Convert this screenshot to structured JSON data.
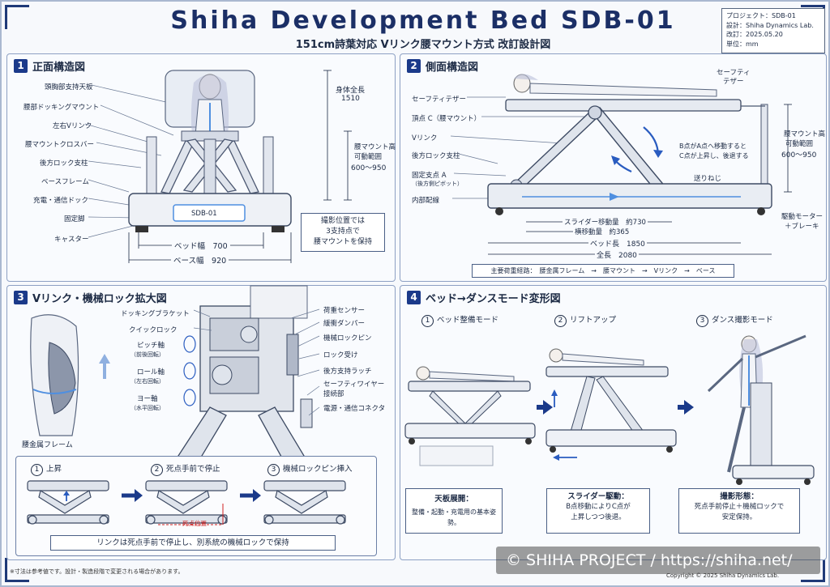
{
  "header": {
    "title": "Shiha Development Bed SDB-01",
    "subtitle": "151cm詩葉対応 Vリンク腰マウント方式 改訂設計図"
  },
  "meta": {
    "project": "プロジェクト：SDB-01",
    "design": "設計：Shiha Dynamics Lab.",
    "revision": "改訂：2025.05.20",
    "unit": "単位：mm"
  },
  "panel1": {
    "num": "1",
    "title": "正面構造図",
    "labels": [
      "頭胸部支持天板",
      "腰部ドッキングマウント",
      "左右Vリンク",
      "腰マウントクロスバー",
      "後方ロック支柱",
      "ベースフレーム",
      "充電・通信ドック",
      "固定脚",
      "キャスター"
    ],
    "base_plate": "SDB-01",
    "height_label": "身体全長",
    "height_value": "1510",
    "range_label1": "腰マウント高",
    "range_label2": "可動範囲",
    "range_value": "600～950",
    "bed_width": "ベッド幅　700",
    "base_width": "ベース幅　920",
    "note_lines": [
      "撮影位置では",
      "3支持点で",
      "腰マウントを保持"
    ]
  },
  "panel2": {
    "num": "2",
    "title": "側面構造図",
    "labels": [
      "セーフティテザー",
      "頂点 C（腰マウント）",
      "Vリンク",
      "後方ロック支柱",
      "固定支点 A",
      "（後方側ピボット）",
      "内部配線"
    ],
    "tether_label1": "セーフティ",
    "tether_label2": "テザー",
    "range_label1": "腰マウント高",
    "range_label2": "可動範囲",
    "range_value": "600～950",
    "move_note1": "B点がA点へ移動すると",
    "move_note2": "C点が上昇し、後退する",
    "feed_screw": "送りねじ",
    "drive_motor1": "駆動モーター",
    "drive_motor2": "＋ブレーキ",
    "slider_travel": "スライダー移動量　約730",
    "lateral_travel": "横移動量　約365",
    "bed_length": "ベッド長　1850",
    "total_length": "全長　2080",
    "load_path": "主要荷重経路：　腰金属フレーム　→　腰マウント　→　Vリンク　→　ベース"
  },
  "panel3": {
    "num": "3",
    "title": "Vリンク・機械ロック拡大図",
    "left_labels": [
      "ドッキングブラケット",
      "クイックロック"
    ],
    "axis_labels": [
      {
        "name": "ピッチ軸",
        "sub": "（前後回転）"
      },
      {
        "name": "ロール軸",
        "sub": "（左右回転）"
      },
      {
        "name": "ヨー軸",
        "sub": "（水平回転）"
      }
    ],
    "right_labels": [
      "荷重センサー",
      "緩衝ダンパー",
      "機械ロックピン",
      "ロック受け",
      "後方支持ラッチ",
      "セーフティワイヤー",
      "接続部",
      "電源・通信コネクタ"
    ],
    "waist_frame": "腰金属フレーム",
    "steps": [
      {
        "num": "1",
        "label": "上昇"
      },
      {
        "num": "2",
        "label": "死点手前で停止"
      },
      {
        "num": "3",
        "label": "機械ロックピン挿入"
      }
    ],
    "dead_point": "死点位置",
    "bottom_note": "リンクは死点手前で停止し、別系統の機械ロックで保持"
  },
  "panel4": {
    "num": "4",
    "title": "ベッド→ダンスモード変形図",
    "modes": [
      {
        "num": "1",
        "label": "ベッド整備モード"
      },
      {
        "num": "2",
        "label": "リフトアップ"
      },
      {
        "num": "3",
        "label": "ダンス撮影モード"
      }
    ],
    "boxes": [
      {
        "title": "天板展開：",
        "body": [
          "整備・起動・充電用の基本姿勢。"
        ]
      },
      {
        "title": "スライダー駆動：",
        "body": [
          "B点移動によりC点が",
          "上昇しつつ後退。"
        ]
      },
      {
        "title": "撮影形態：",
        "body": [
          "死点手前停止＋機械ロックで",
          "安定保持。"
        ]
      }
    ]
  },
  "footer": {
    "note": "※寸法は参考値です。設計・製造段階で変更される場合があります。",
    "copyright": "Copyright © 2025 Shiha Dynamics Lab.",
    "watermark": "© SHIHA PROJECT / https://shiha.net/"
  },
  "colors": {
    "accent": "#1b3a8a",
    "glow": "#4f8fe0",
    "line": "#1c2a44"
  }
}
